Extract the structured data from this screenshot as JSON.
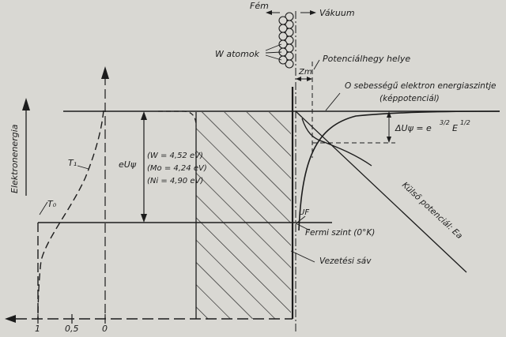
{
  "labels": {
    "metal": "Fém",
    "vacuum": "Vákuum",
    "w_atoms": "W atomok",
    "barrier_position": "Potenciálhegy helye",
    "zm": "Zm",
    "zero_speed_line1": "O sebességű elektron energiaszintje",
    "zero_speed_line2": "(képpotenciál)",
    "delta_u": "ΔUψ = e",
    "delta_u_exp": "3/2",
    "delta_u_e": "E",
    "delta_u_e_exp": "1/2",
    "work_function": "eUψ",
    "w_value": "(W = 4,52 eV)",
    "mo_value": "(Mo = 4,24 eV)",
    "ni_value": "(Ni = 4,90 eV)",
    "electron_energy": "Elektronenergia",
    "t1": "T₁",
    "t0": "T₀",
    "uf": "UF",
    "fermi_level": "Fermi szint (0°K)",
    "conduction_band": "Vezetési sáv",
    "external_potential": "Külső potenciál: Ea",
    "tick_1": "1",
    "tick_05": "0,5",
    "tick_0": "0"
  }
}
